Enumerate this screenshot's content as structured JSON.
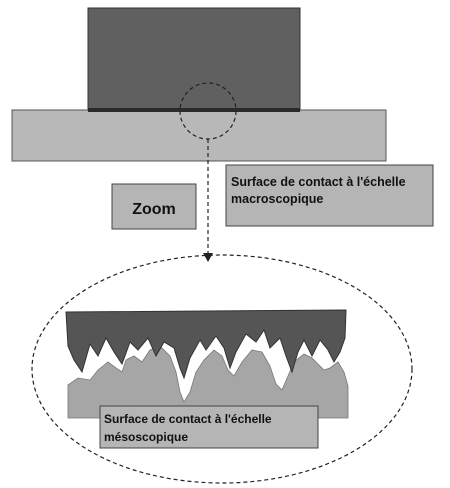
{
  "labels": {
    "zoom": "Zoom",
    "macro_line1": "Surface de contact à l'échelle",
    "macro_line2": "macroscopique",
    "meso_line1": "Surface de contact à l'échelle",
    "meso_line2": "mésoscopique"
  },
  "colors": {
    "upper_block": "#606060",
    "base_plate": "#b8b8b8",
    "contact_line": "#2a2a2a",
    "label_box": "#b5b5b5",
    "upper_rough": "#555555",
    "lower_rough": "#a6a6a6",
    "outline": "#222222"
  }
}
